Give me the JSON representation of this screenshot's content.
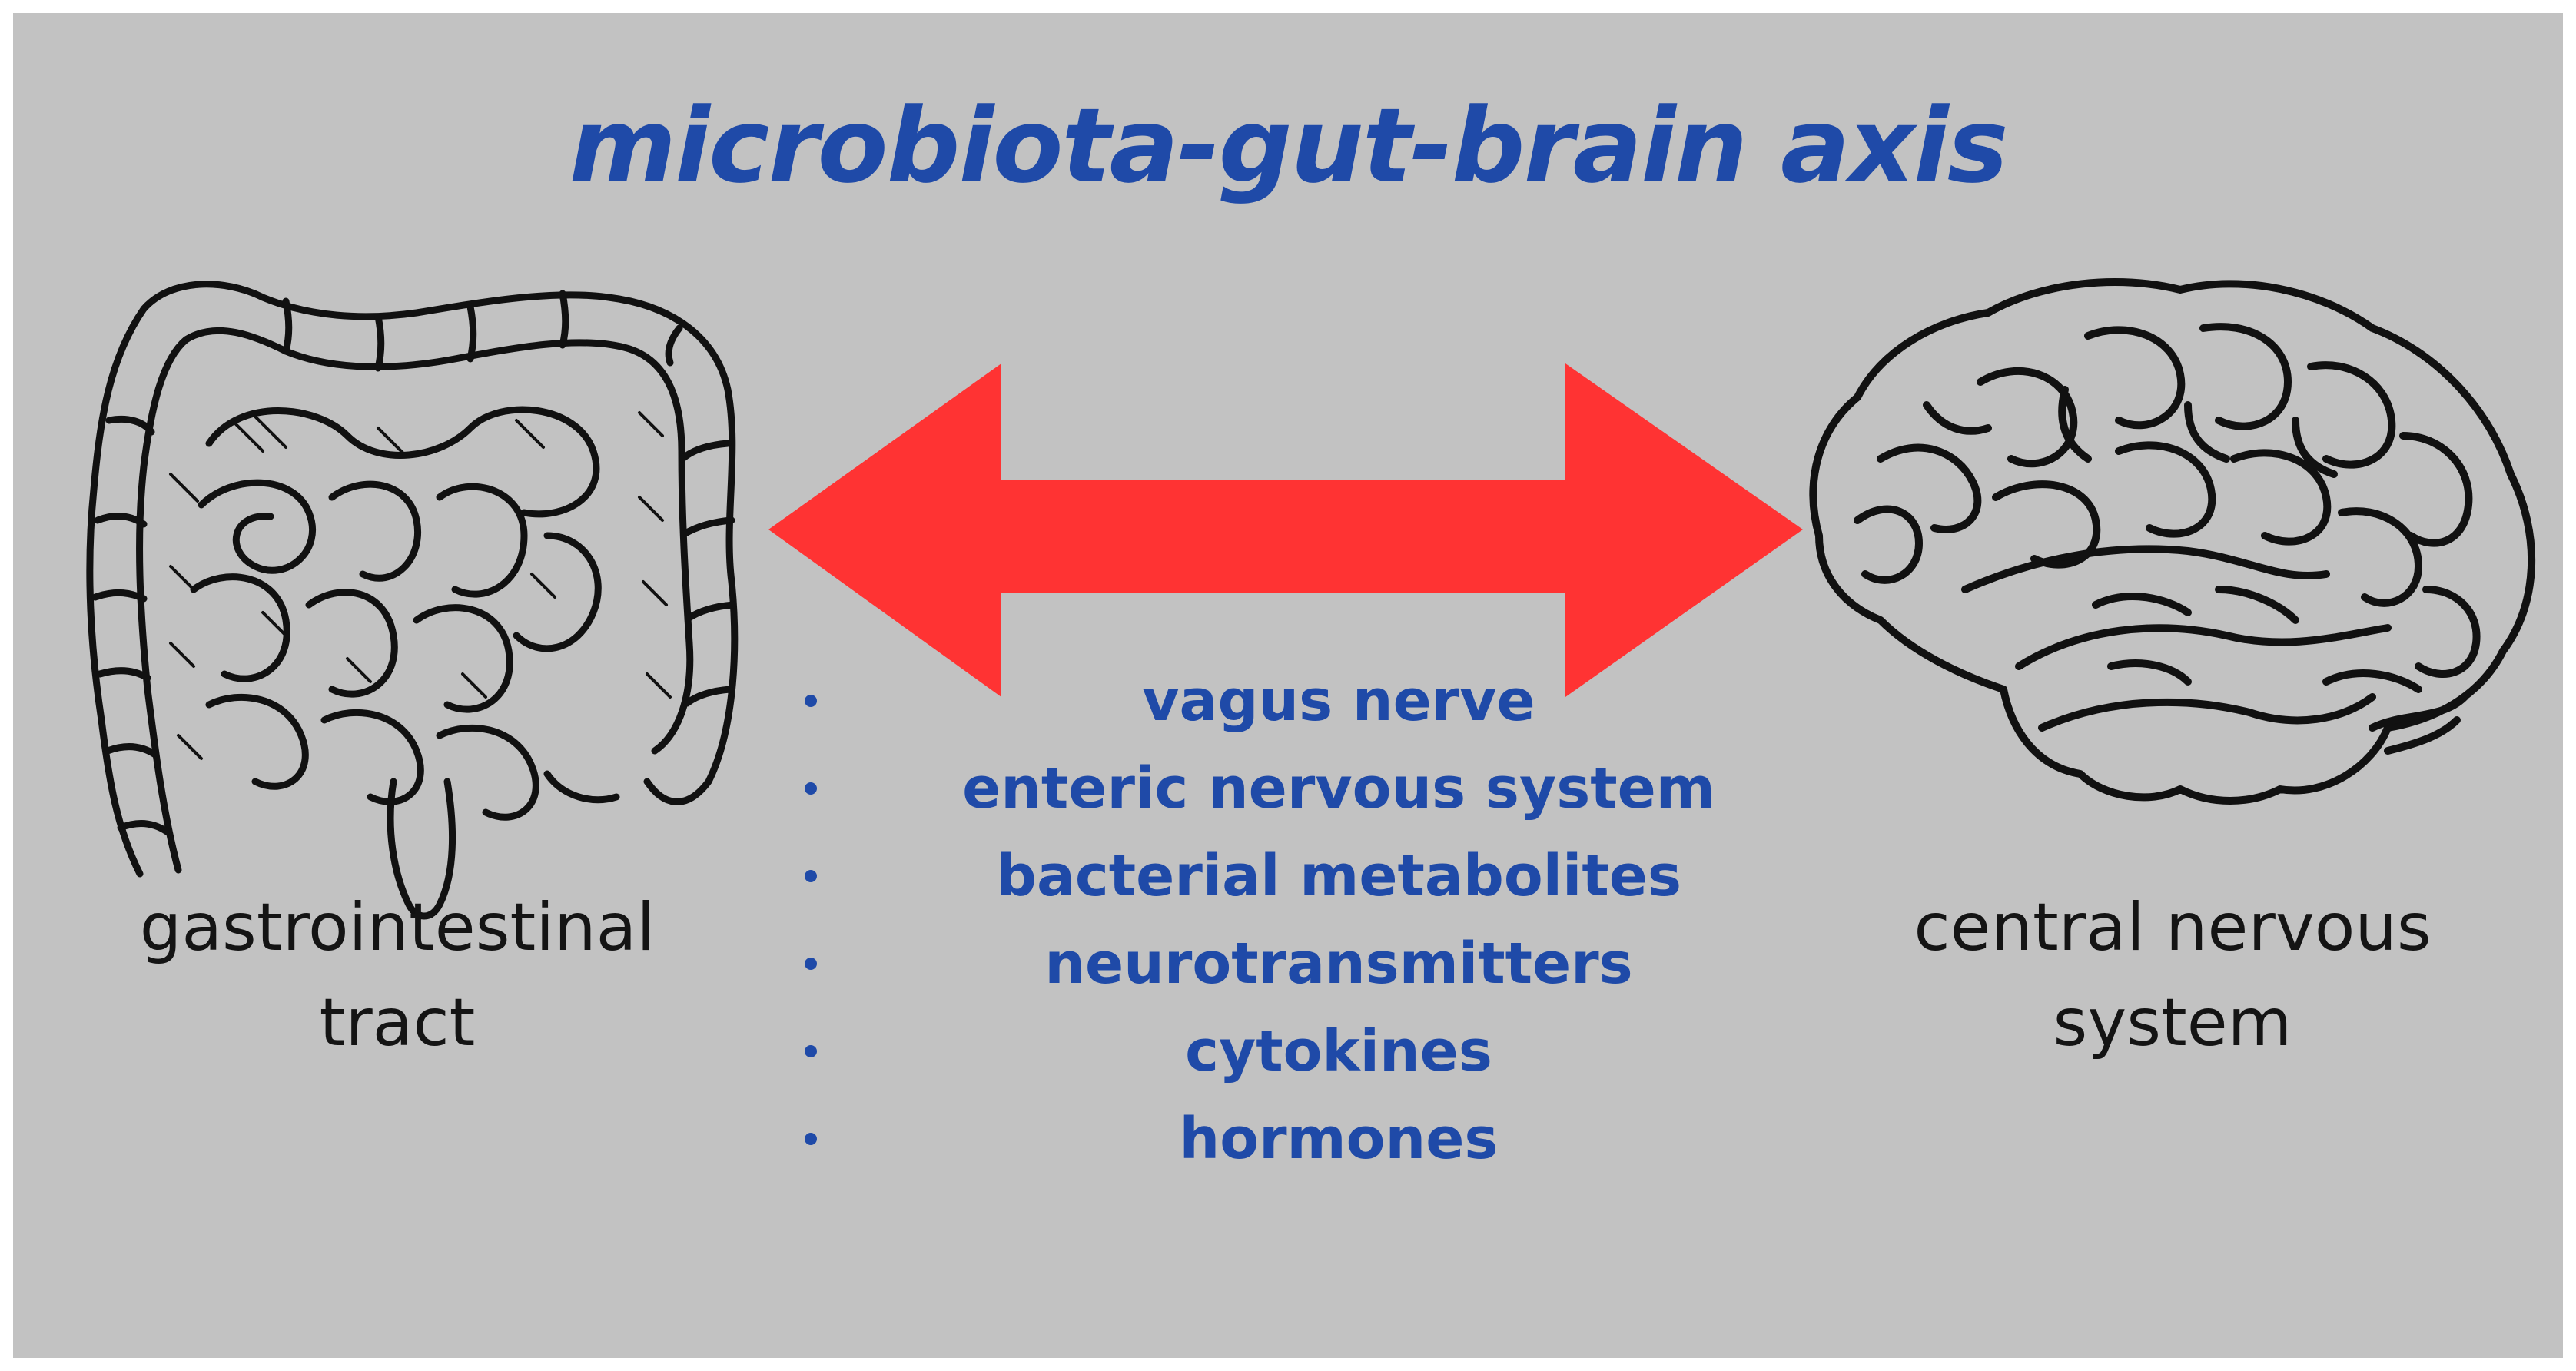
{
  "title": "microbiota-gut-brain axis",
  "left_caption": "gastrointestinal\ntract",
  "right_caption": "central nervous\nsystem",
  "mechanisms": [
    "vagus nerve",
    "enteric nervous system",
    "bacterial metabolites",
    "neurotransmitters",
    "cytokines",
    "hormones"
  ],
  "icons": {
    "left": "intestine-icon",
    "right": "brain-icon",
    "center": "double-arrow-icon"
  },
  "colors": {
    "background": "#c2c2c2",
    "title": "#1f4aa8",
    "arrow": "#ff3333",
    "text": "#141414"
  }
}
